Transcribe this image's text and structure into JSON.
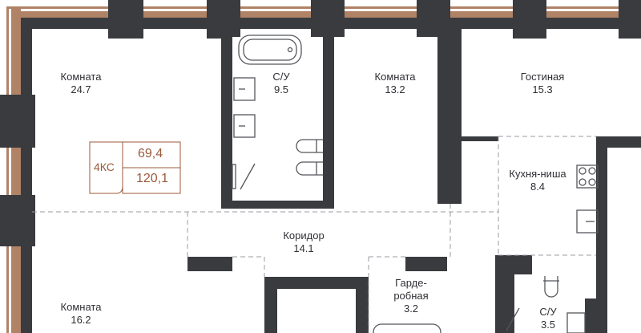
{
  "rooms": [
    {
      "name": "Комната",
      "area": "24.7"
    },
    {
      "name": "С/У",
      "area": "9.5"
    },
    {
      "name": "Комната",
      "area": "13.2"
    },
    {
      "name": "Гостиная",
      "area": "15.3"
    },
    {
      "name": "Кухня-ниша",
      "area": "8.4"
    },
    {
      "name": "Коридор",
      "area": "14.1"
    },
    {
      "name": "Комната",
      "area": "16.2"
    },
    {
      "name": "Гарде-",
      "name2": "робная",
      "area": "3.2"
    },
    {
      "name": "С/У",
      "area": "3.5"
    }
  ],
  "badge": {
    "type": "4КС",
    "living_area": "69,4",
    "total_area": "120,1"
  },
  "colors": {
    "wall": "#3a3b3f",
    "facade": "#b08266",
    "badge": "#9b5a3a",
    "text": "#2f3035",
    "fixture": "#55565b"
  }
}
